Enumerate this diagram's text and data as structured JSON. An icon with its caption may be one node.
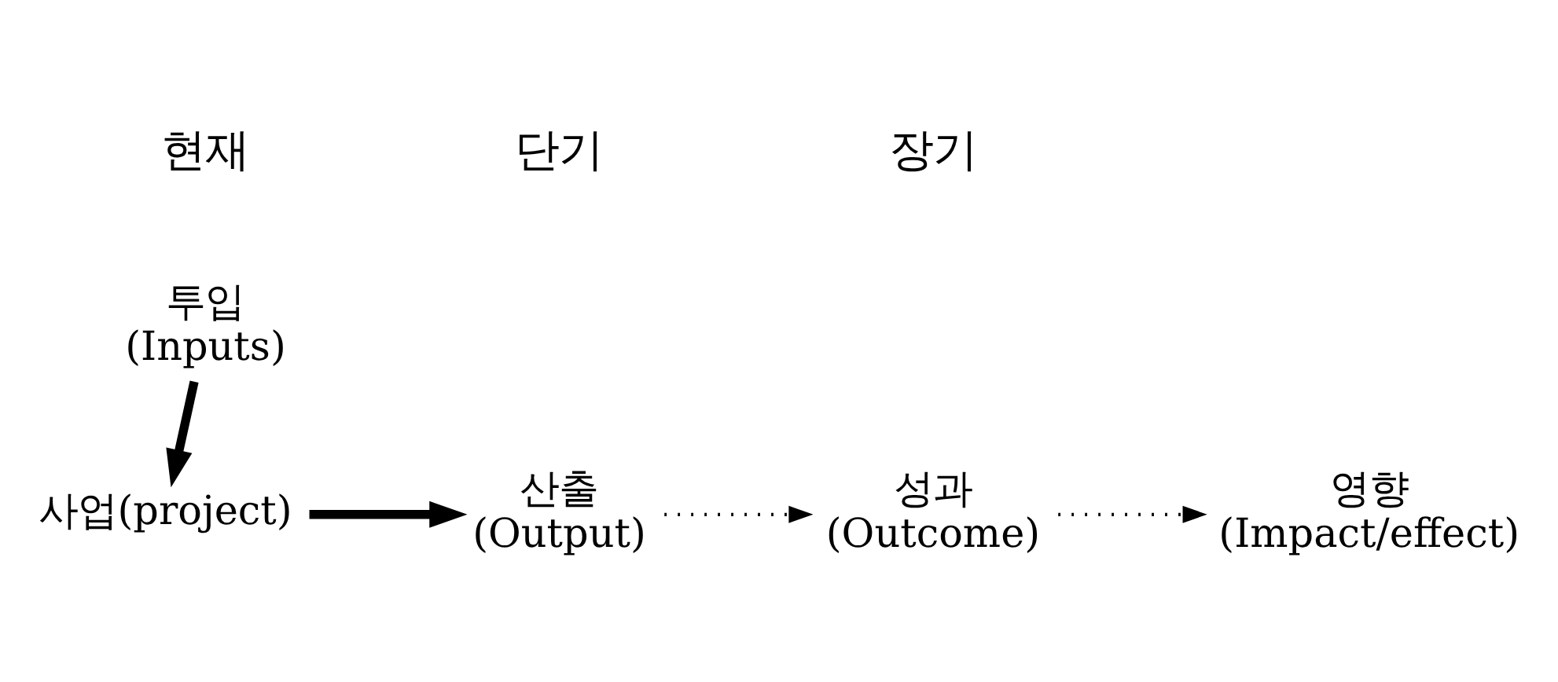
{
  "diagram": {
    "nodes": [
      {
        "text": [
          "투입",
          "(Inputs)"
        ]
      },
      {
        "text": [
          "사업(project)"
        ]
      },
      {
        "text": [
          "산출",
          "(Output)"
        ]
      },
      {
        "text": [
          "성과",
          "(Outcome)"
        ]
      },
      {
        "text": [
          "영향",
          "(Impact/effect)"
        ]
      }
    ],
    "edges": [
      {
        "from": 0,
        "to": 1,
        "arrow": "to",
        "style": "thick"
      },
      {
        "from": 1,
        "to": 2,
        "arrow": "to",
        "style": "thick"
      },
      {
        "from": 2,
        "to": 3,
        "arrow": "to",
        "style": "dashed"
      },
      {
        "from": 3,
        "to": 4,
        "arrow": "to",
        "style": "dashed"
      }
    ],
    "labels": [
      "현재",
      "단기",
      "장기"
    ]
  }
}
